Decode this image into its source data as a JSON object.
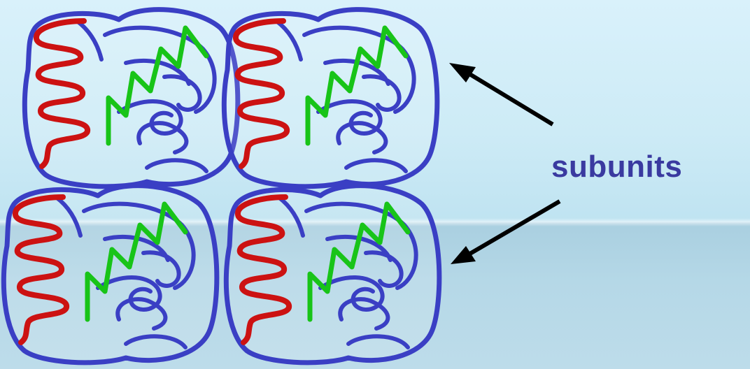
{
  "label": {
    "text": "subunits"
  },
  "colors": {
    "outline": "#3a3fc4",
    "helix": "#cc1212",
    "strand": "#18c418",
    "arrow": "#000000",
    "label": "#3a3aa0"
  },
  "diagram": {
    "subunit_count": 4,
    "arrow_count": 2,
    "icons": [
      "alpha-helix-icon",
      "beta-strand-icon",
      "loop-icon"
    ]
  }
}
